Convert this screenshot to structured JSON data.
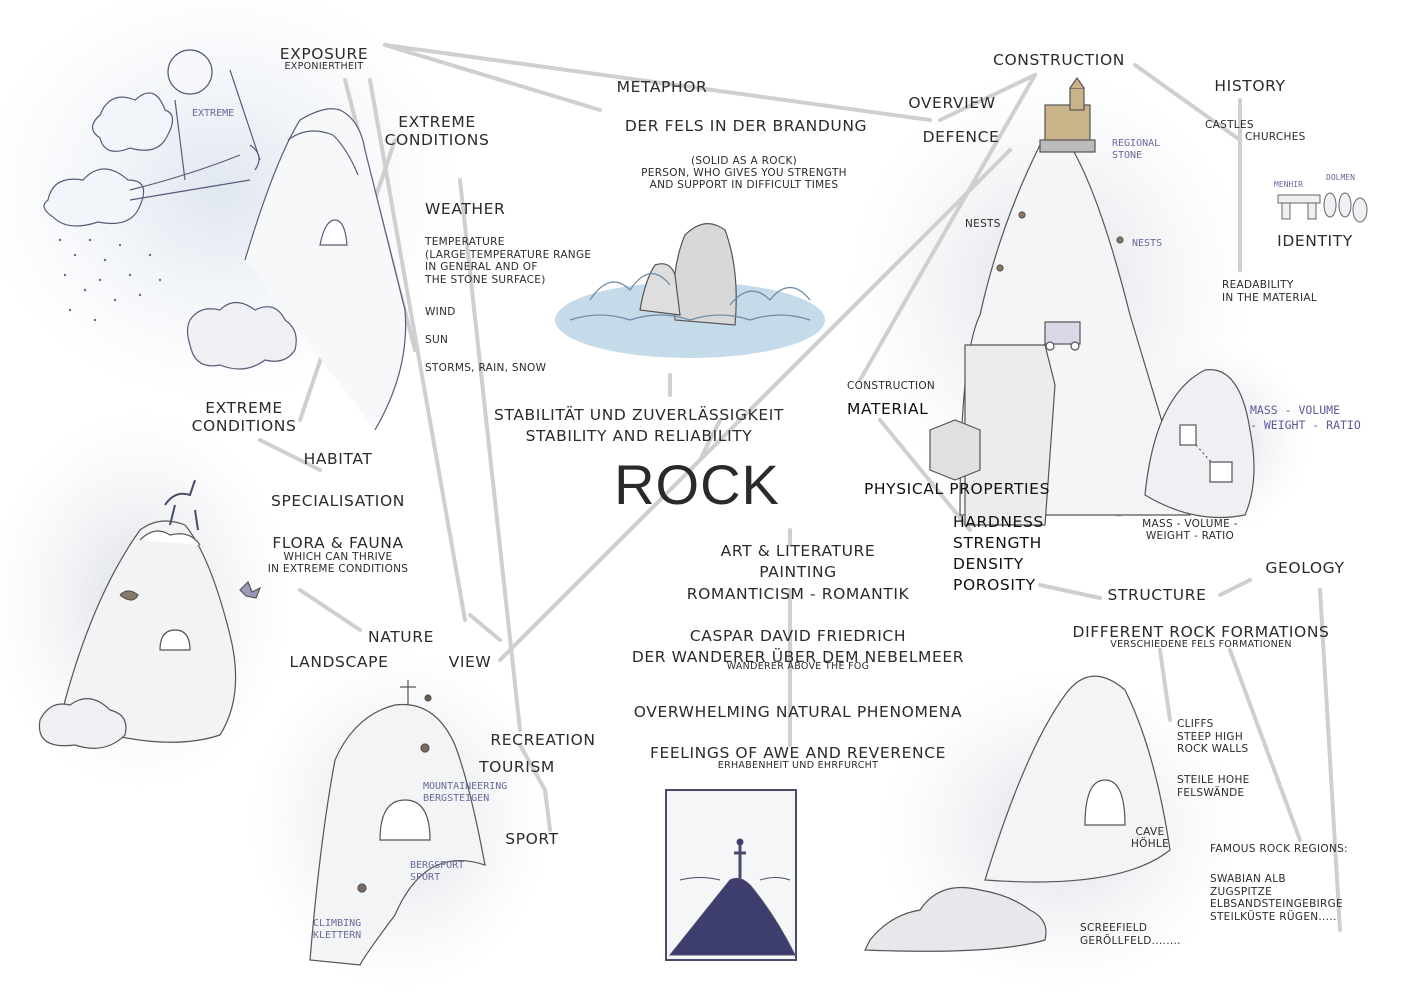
{
  "title": "ROCK",
  "exposure": {
    "label": "EXPOSURE",
    "sub": "EXPONIERTHEIT"
  },
  "extreme_top": "EXTREME\nCONDITIONS",
  "weather": {
    "label": "WEATHER",
    "temp": "TEMPERATURE\n(LARGE TEMPERATURE RANGE\nIN GENERAL AND OF\nTHE STONE SURFACE)",
    "wind": "WIND",
    "sun": "SUN",
    "storms": "STORMS, RAIN, SNOW"
  },
  "metaphor": {
    "label": "METAPHOR",
    "phrase": "DER FELS IN DER BRANDUNG",
    "desc": "(SOLID AS A ROCK)\nPERSON, WHO GIVES YOU STRENGTH\nAND SUPPORT IN DIFFICULT TIMES"
  },
  "construction": "CONSTRUCTION",
  "overview": "OVERVIEW",
  "defence": "DEFENCE",
  "history": {
    "label": "HISTORY",
    "castles": "CASTLES",
    "churches": "CHURCHES"
  },
  "identity": "IDENTITY",
  "readability": "READABILITY\nIN THE MATERIAL",
  "nests": "NESTS",
  "material": {
    "pre": "CONSTRUCTION",
    "label": "MATERIAL"
  },
  "stability": "STABILITÄT UND ZUVERLÄSSIGKEIT\nSTABILITY AND RELIABILITY",
  "extreme_left": "EXTREME\nCONDITIONS",
  "habitat": "HABITAT",
  "specialisation": "SPECIALISATION",
  "flora": {
    "label": "FLORA & FAUNA",
    "sub": "WHICH CAN THRIVE\nIN EXTREME CONDITIONS"
  },
  "physical": "PHYSICAL PROPERTIES",
  "properties": "HARDNESS\nSTRENGTH\nDENSITY\nPOROSITY",
  "mvw": "MASS - VOLUME -\nWEIGHT - RATIO",
  "art": "ART & LITERATURE\nPAINTING\nROMANTICISM - ROMANTIK",
  "geology": "GEOLOGY",
  "structure": "STRUCTURE",
  "formations": {
    "label": "DIFFERENT ROCK FORMATIONS",
    "sub": "VERSCHIEDENE FELS FORMATIONEN"
  },
  "caspar": {
    "label": "CASPAR DAVID FRIEDRICH\nDER WANDERER ÜBER DEM NEBELMEER",
    "sub": "WANDERER ABOVE THE FOG"
  },
  "nature": "NATURE",
  "landscape": "LANDSCAPE",
  "view": "VIEW",
  "overwhelming": "OVERWHELMING NATURAL PHENOMENA",
  "feelings": {
    "label": "FEELINGS OF AWE AND REVERENCE",
    "sub": "ERHABENHEIT UND EHRFURCHT"
  },
  "recreation": "RECREATION",
  "tourism": "TOURISM",
  "sport": "SPORT",
  "cliffs": "CLIFFS\nSTEEP HIGH\nROCK WALLS",
  "steile": "STEILE HOHE\nFELSWÄNDE",
  "cave": "CAVE\nHÖHLE",
  "famous": "FAMOUS ROCK REGIONS:",
  "regions": "SWABIAN ALB\nZUGSPITZE\nELBSANDSTEINGEBIRGE\nSTEILKÜSTE RÜGEN.....",
  "screefield": "SCREEFIELD\nGERÖLLFELD........",
  "hand": {
    "extreme": "EXTREME",
    "regional": "REGIONAL\nSTONE",
    "menhir": "MENHIR",
    "dolmen": "DOLMEN",
    "mvw": "MASS - VOLUME\n- WEIGHT - RATIO",
    "mountaineering": "MOUNTAINEERING\nBERGSTEIGEN",
    "bergsport": "BERGSPORT\nSPORT",
    "climbing": "CLIMBING\nKLETTERN"
  }
}
